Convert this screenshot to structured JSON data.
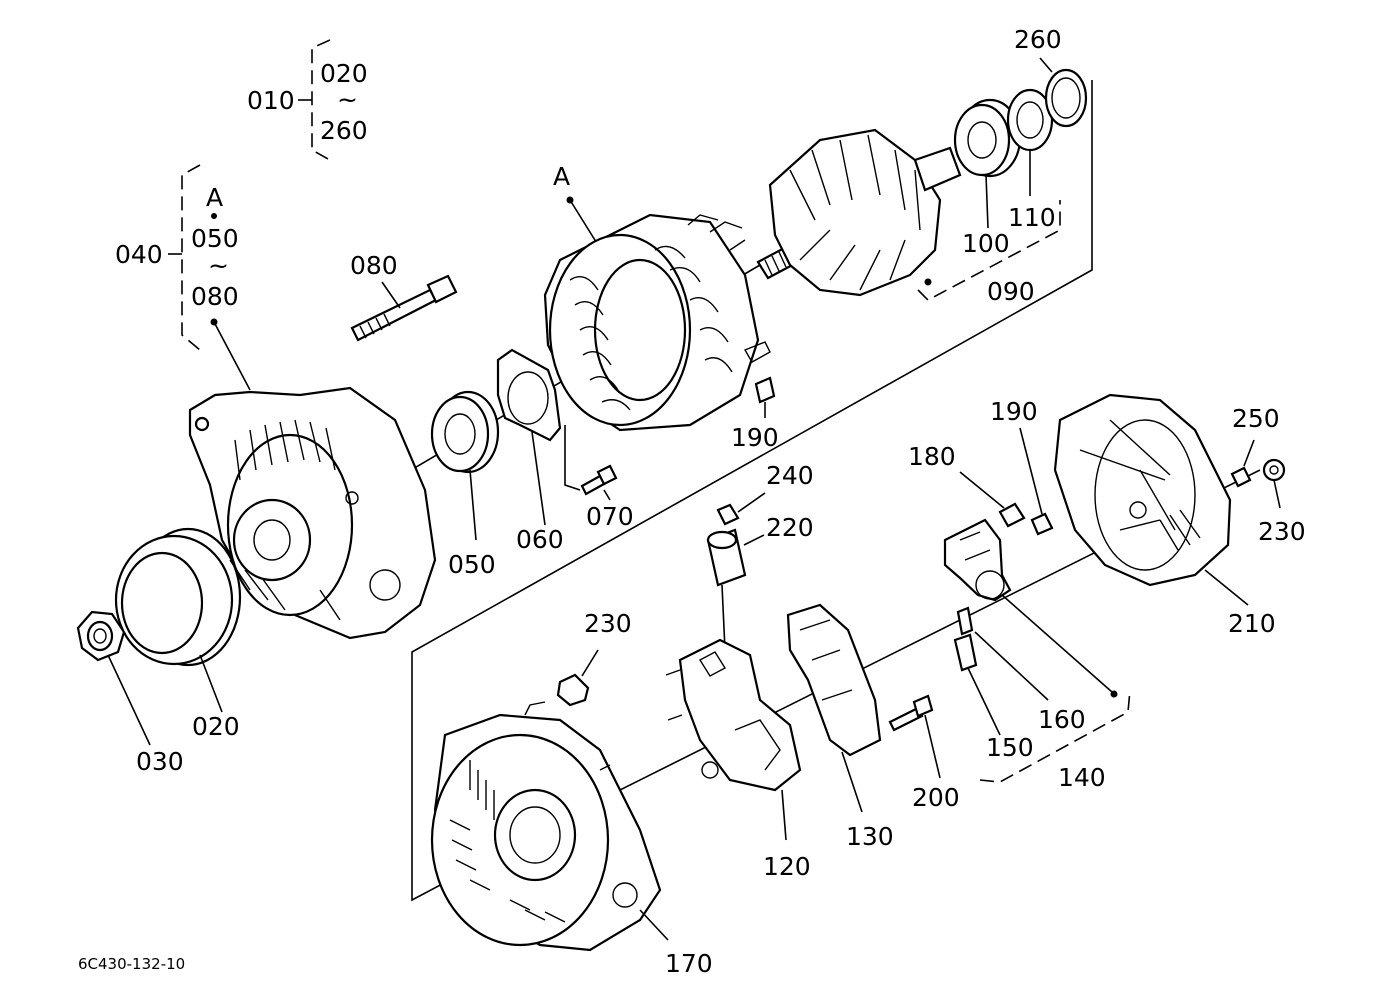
{
  "diagram": {
    "drawing_code": "6C430-132-10",
    "assembly_note": {
      "first": "020",
      "last": "260",
      "range_mark": "~"
    },
    "parts": {
      "p010": "010",
      "p020": "020",
      "p030": "030",
      "p040": "040",
      "p050": "050",
      "p060": "060",
      "p070": "070",
      "p080": "080",
      "p090": "090",
      "p100": "100",
      "p110": "110",
      "p120": "120",
      "p130": "130",
      "p140": "140",
      "p150": "150",
      "p160": "160",
      "p170": "170",
      "p180": "180",
      "p190a": "190",
      "p190b": "190",
      "p200": "200",
      "p210": "210",
      "p220": "220",
      "p230a": "230",
      "p230b": "230",
      "p240": "240",
      "p250": "250",
      "p260": "260"
    },
    "subassembly_040": {
      "ref_a": "A",
      "first": "050",
      "last": "080",
      "range_mark": "~"
    },
    "stator_ref": "A"
  }
}
